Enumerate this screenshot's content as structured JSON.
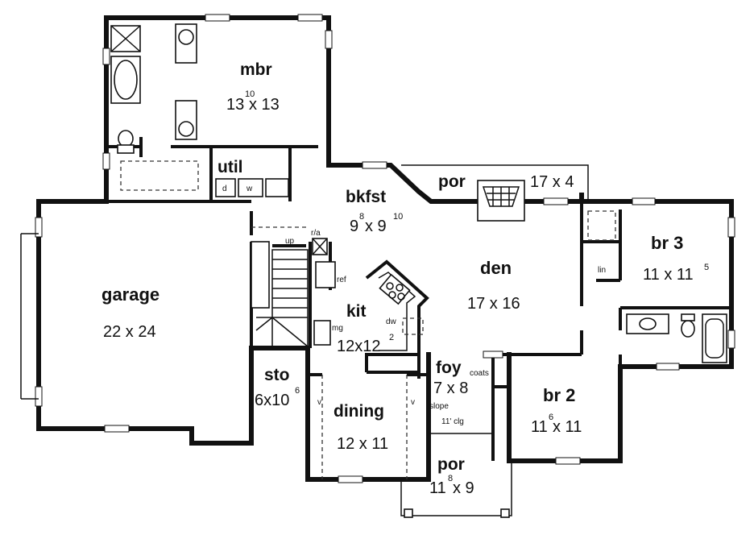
{
  "rooms": {
    "mbr": {
      "name": "mbr",
      "dim_a": "13",
      "dim_sup": "10",
      "dim_b": "x 13"
    },
    "util": {
      "name": "util"
    },
    "bkfst": {
      "name": "bkfst",
      "dim_a": "9",
      "dim_sup1": "8",
      "dim_mid": "x 9",
      "dim_sup2": "10"
    },
    "por_back": {
      "name": "por",
      "dim": "17 x 4"
    },
    "garage": {
      "name": "garage",
      "dim": "22 x 24"
    },
    "den": {
      "name": "den",
      "dim": "17 x 16"
    },
    "br3": {
      "name": "br 3",
      "dim_a": "11 x 11",
      "dim_sup": "5"
    },
    "kit": {
      "name": "kit",
      "dim_a": "12x12",
      "dim_sup": "2"
    },
    "sto": {
      "name": "sto",
      "dim_a": "6x10",
      "dim_sup": "6"
    },
    "foy": {
      "name": "foy",
      "dim": "7 x 8"
    },
    "br2": {
      "name": "br 2",
      "dim_a": "11",
      "dim_sup": "6",
      "dim_b": "x 11"
    },
    "dining": {
      "name": "dining",
      "dim": "12 x 11"
    },
    "por_front": {
      "name": "por",
      "dim_a": "11",
      "dim_sup": "8",
      "dim_b": "x 9"
    }
  },
  "labels": {
    "up": "up",
    "ra": "r/a",
    "ref": "ref",
    "mg": "mg",
    "dw": "dw",
    "lin": "lin",
    "coats": "coats",
    "slope": "slope",
    "clg": "11' clg",
    "v_left": "v",
    "v_right": "v",
    "d": "d",
    "w": "w"
  }
}
